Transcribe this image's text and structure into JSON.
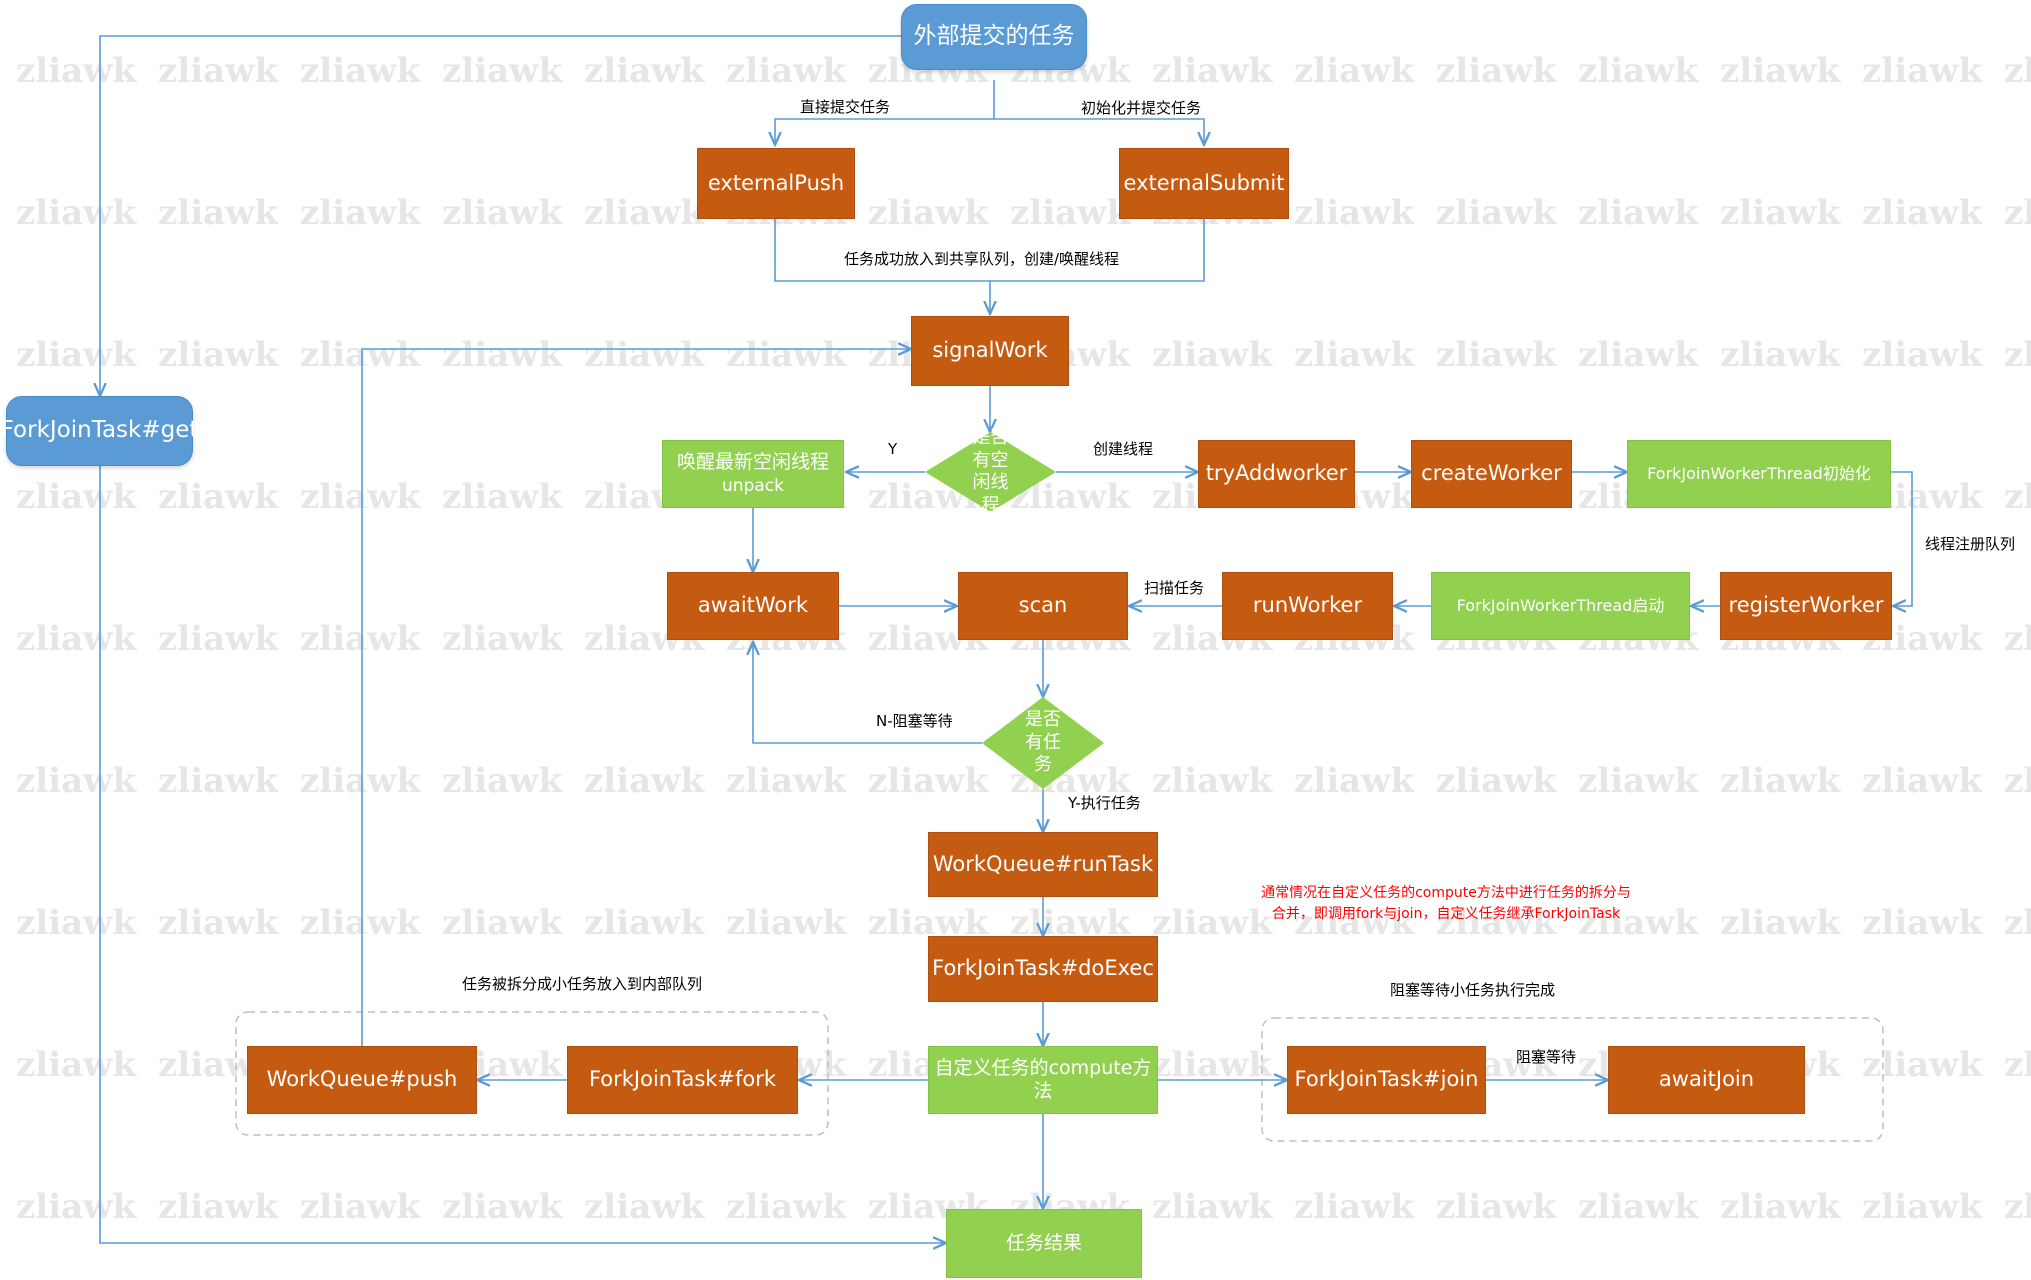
{
  "watermark": "zliawk",
  "nodes": {
    "start": "外部提交的任务",
    "external_push": "externalPush",
    "external_submit": "externalSubmit",
    "signal_work": "signalWork",
    "fork_join_task_get": "ForkJoinTask#get",
    "decision_idle": "是否有空闲线程",
    "wake_idle": "唤醒最新空闲线程",
    "wake_idle_sub": "unpack",
    "try_add_worker": "tryAddworker",
    "create_worker": "createWorker",
    "thread_init": "ForkJoinWorkerThread初始化",
    "await_work": "awaitWork",
    "scan": "scan",
    "run_worker": "runWorker",
    "thread_start": "ForkJoinWorkerThread启动",
    "register_worker": "registerWorker",
    "decision_task": "是否有任务",
    "run_task": "WorkQueue#runTask",
    "do_exec": "ForkJoinTask#doExec",
    "compute": "自定义任务的compute方法",
    "fork": "ForkJoinTask#fork",
    "push": "WorkQueue#push",
    "join": "ForkJoinTask#join",
    "await_join": "awaitJoin",
    "result": "任务结果"
  },
  "edge_labels": {
    "direct_submit": "直接提交任务",
    "init_submit": "初始化并提交任务",
    "queued": "任务成功放入到共享队列，创建/唤醒线程",
    "yes": "Y",
    "create_thread": "创建线程",
    "register_queue": "线程注册队列",
    "scan_task": "扫描任务",
    "no_block_wait": "N-阻塞等待",
    "yes_execute": "Y-执行任务",
    "split_push": "任务被拆分成小任务放入到内部队列",
    "block_wait_small": "阻塞等待小任务执行完成",
    "block_wait": "阻塞等待"
  },
  "note_lines": [
    "通常情况在自定义任务的compute方法中进行任务的拆分与",
    "合并，即调用fork与join，自定义任务继承ForkJoinTask"
  ],
  "colors": {
    "process_orange": "#c55a11",
    "process_green": "#92d050",
    "terminal_blue": "#5b9bd5",
    "connector": "#5b9bd5",
    "note_red": "#ff0000",
    "watermark_gray": "#e6e6e6"
  }
}
